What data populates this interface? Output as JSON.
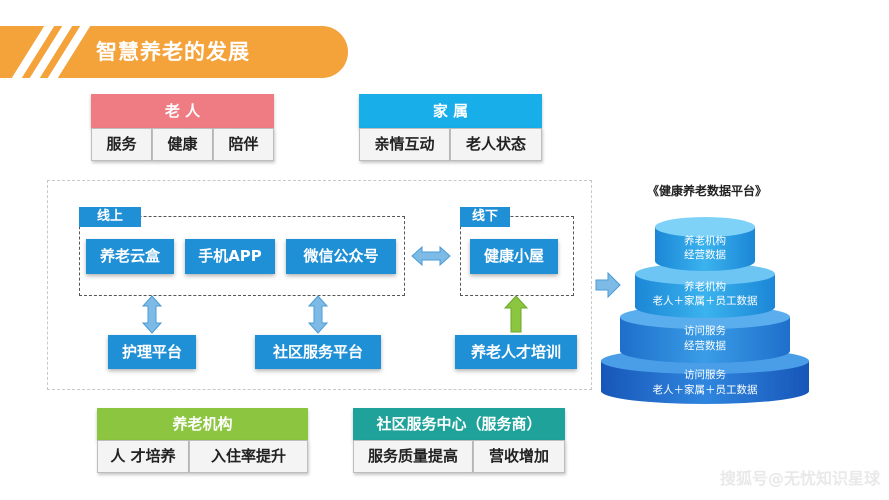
{
  "title": "智慧养老的发展",
  "elderly": {
    "header": "老 人",
    "items": [
      "服务",
      "健康",
      "陪伴"
    ]
  },
  "family": {
    "header": "家 属",
    "items": [
      "亲情互动",
      "老人状态"
    ]
  },
  "online": {
    "tag": "线上",
    "items": [
      "养老云盒",
      "手机APP",
      "微信公众号"
    ]
  },
  "offline": {
    "tag": "线下",
    "item": "健康小屋"
  },
  "support": {
    "care_platform": "护理平台",
    "community_platform": "社区服务平台",
    "talent_training": "养老人才培训"
  },
  "institution": {
    "header": "养老机构",
    "items": [
      "人 才培养",
      "入住率提升"
    ]
  },
  "service_center": {
    "header": "社区服务中心（服务商）",
    "items": [
      "服务质量提高",
      "营收增加"
    ]
  },
  "data_platform": {
    "caption": "《健康养老数据平台》",
    "tiers": [
      [
        "养老机构",
        "经营数据"
      ],
      [
        "养老机构",
        "老人＋家属＋员工数据"
      ],
      [
        "访问服务",
        "经营数据"
      ],
      [
        "访问服务",
        "老人＋家属＋员工数据"
      ]
    ]
  },
  "watermark": "搜狐号@无忧知识星球",
  "colors": {
    "banner": "#f4a23a",
    "elderly_header": "#f07c83",
    "family_header": "#18aeea",
    "institution_header": "#8cc540",
    "service_center_header": "#1ea29a",
    "blue_box": "#1f8fd6"
  }
}
